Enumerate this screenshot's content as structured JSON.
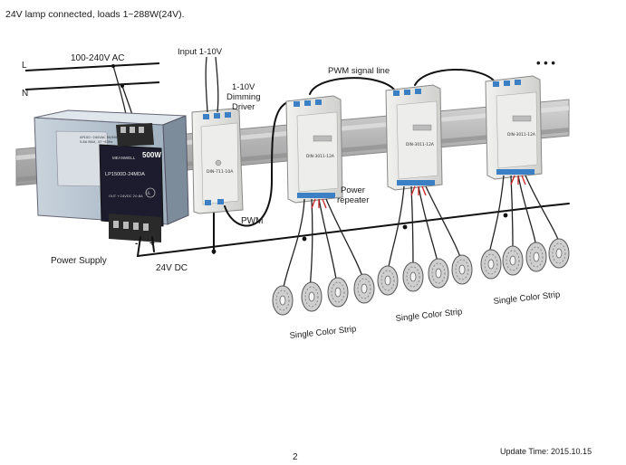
{
  "header": {
    "note": "24V lamp connected, loads 1~288W(24V)."
  },
  "mains": {
    "line_l": "L",
    "line_n": "N",
    "voltage": "100-240V AC"
  },
  "power_supply": {
    "caption": "Power Supply",
    "watt": "500W",
    "model": "LP1500D-24MDA",
    "brand": "MEANWELL",
    "spec_lines": [
      "AP100~240VAC 50/60Hz",
      "5.8A MAX, 47~63Hz",
      "OUT +24VDC 20.8A"
    ],
    "polarity_minus": "-",
    "polarity_plus": "+"
  },
  "dc_bus": {
    "label": "24V DC"
  },
  "dimming_driver": {
    "input_label": "Input 1-10V",
    "title_line1": "1-10V",
    "title_line2": "Dimming",
    "title_line3": "Driver",
    "model": "DIN-711-10A",
    "output_label": "PWM"
  },
  "pwm_line": {
    "label": "PWM signal line"
  },
  "repeater": {
    "title_line1": "Power",
    "title_line2": "repeater",
    "model_a": "DIN-3011-12A",
    "model_b": "DIN-3011-12A",
    "model_c": "DIN-3011-12A"
  },
  "continuation": {
    "dots": "• • •"
  },
  "strips": {
    "label_a": "Single Color Strip",
    "label_b": "Single Color Strip",
    "label_c": "Single Color Strip"
  },
  "footer": {
    "page_number": "2",
    "update_time": "Update Time: 2015.10.15"
  },
  "colors": {
    "rail": "#b9b9b9",
    "module": "#e6e6e4",
    "psu_label": "#1c1c2e",
    "terminal_blue": "#3b7fc4",
    "wire_red": "#cc2222"
  }
}
